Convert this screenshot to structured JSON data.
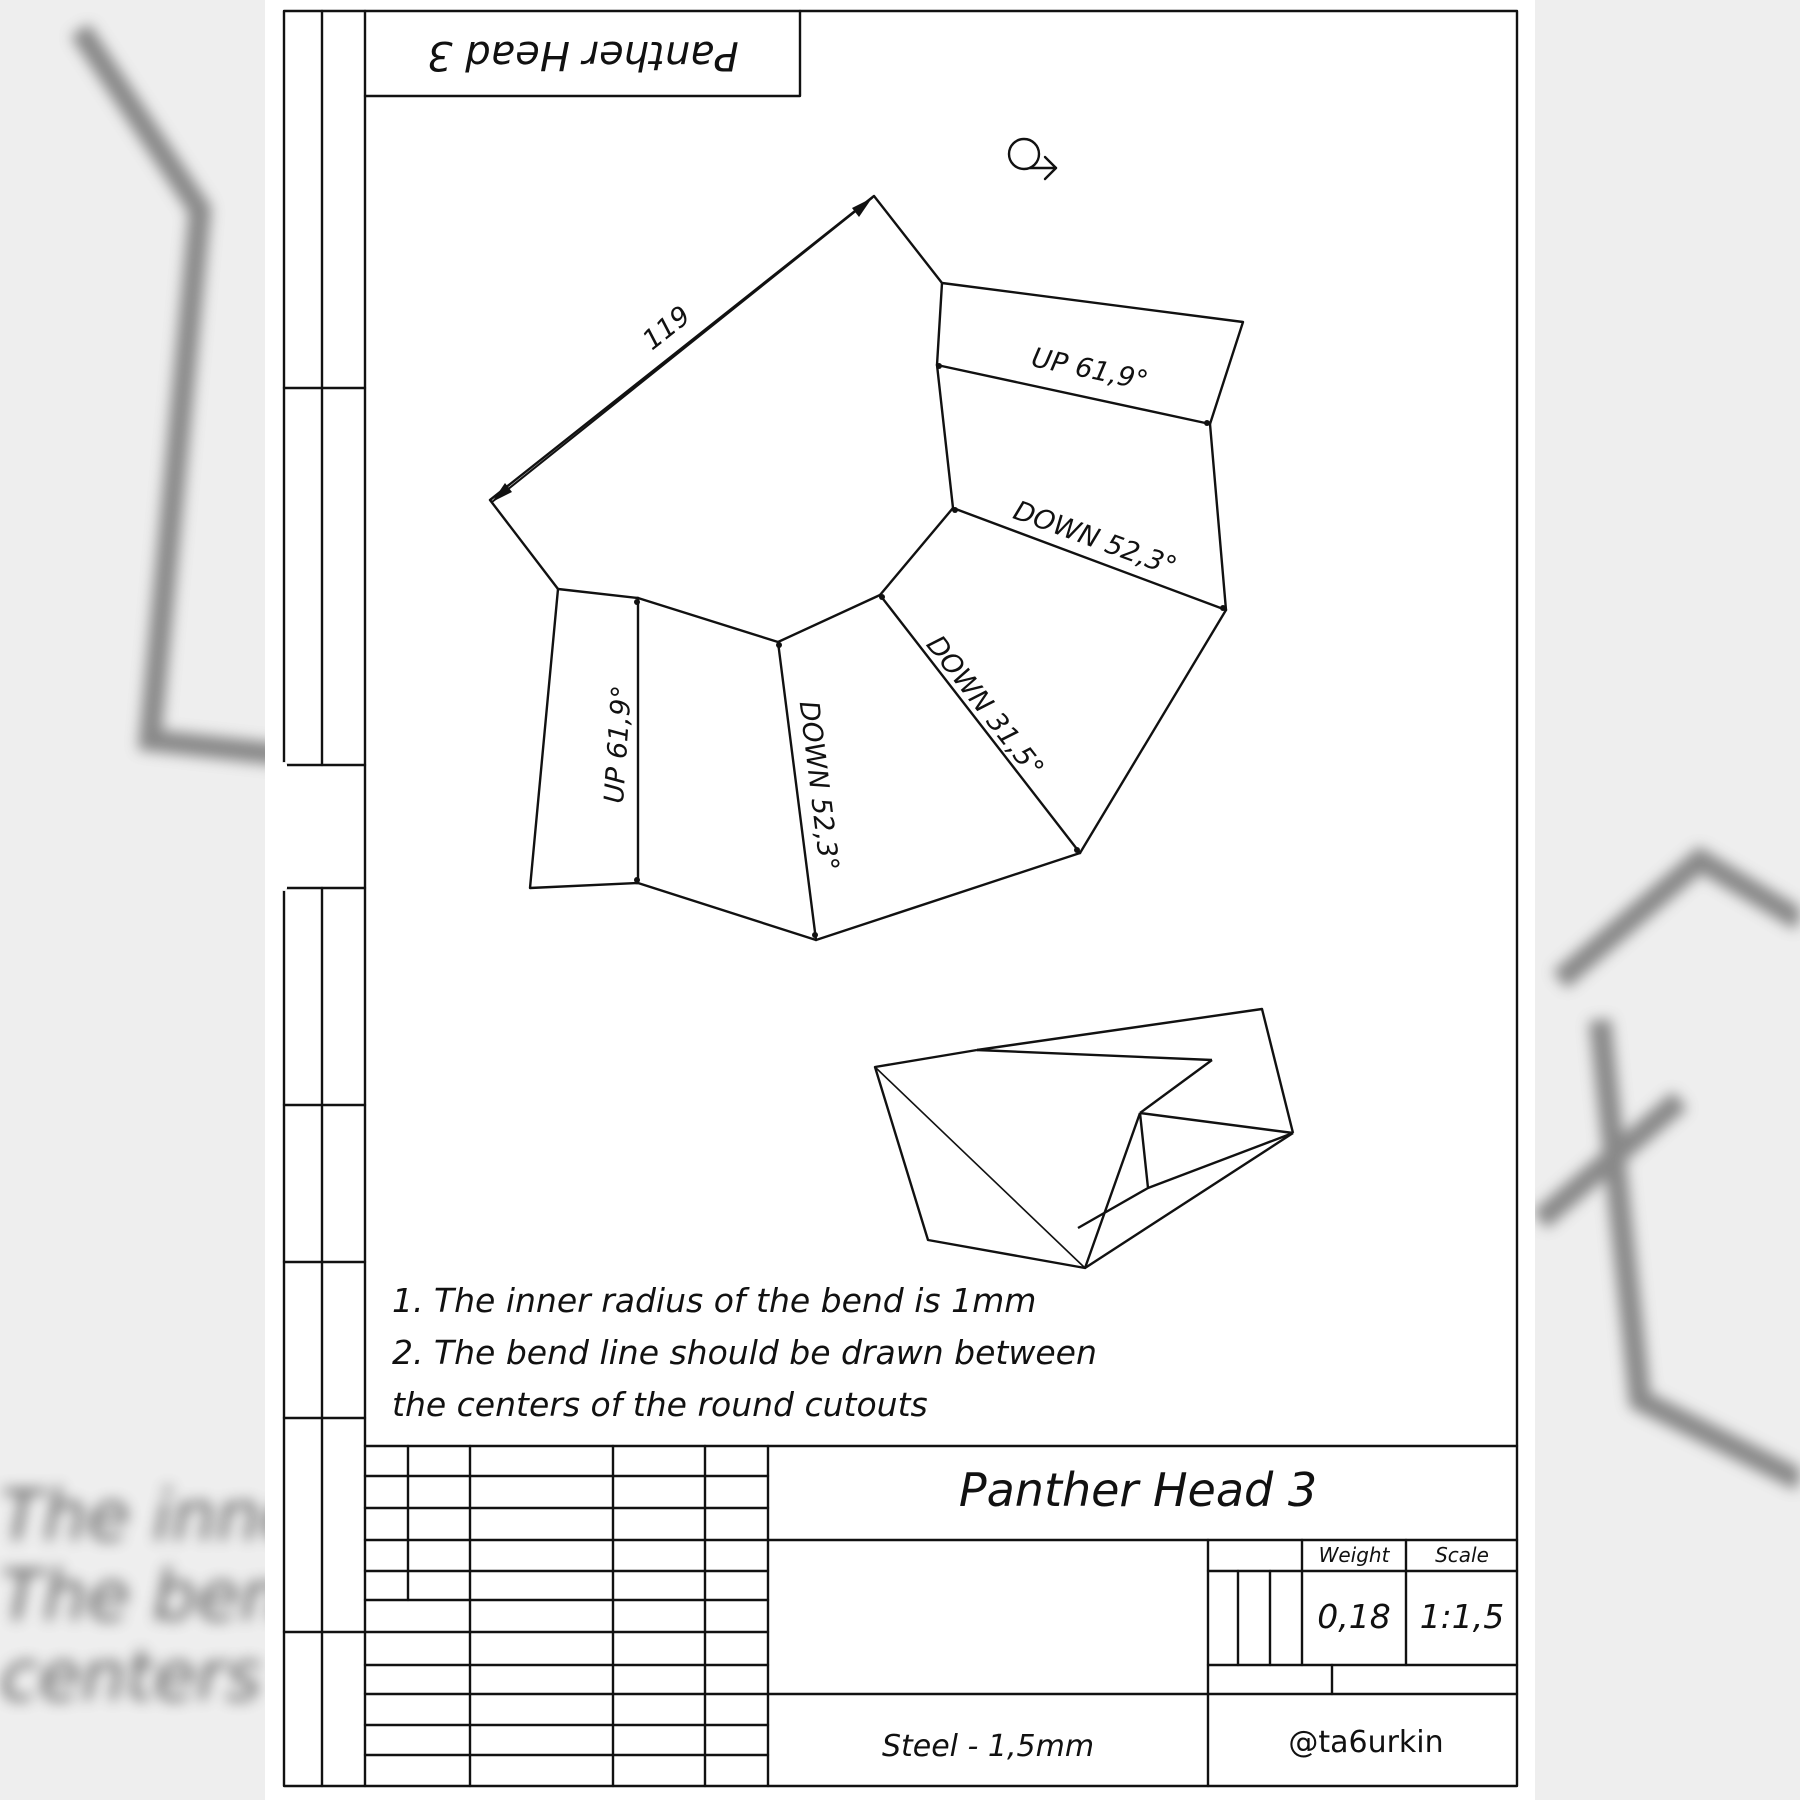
{
  "background": {
    "line1": "The inner",
    "line2": "The bend",
    "line3": "centers o"
  },
  "stamp_top": "Panther Head 3",
  "flat_pattern": {
    "dim_length": "119",
    "bend_up_top": "UP 61,9°",
    "bend_down_right": "DOWN 52,3°",
    "bend_down_middle": "DOWN 31,5°",
    "bend_down_left": "DOWN 52,3°",
    "bend_up_left": "UP 61,9°"
  },
  "notes": {
    "line1": "1.  The  inner  radius  of  the  bend  is  1mm",
    "line2": "2.  The  bend  line  should  be  drawn  between",
    "line3": "the  centers  of  the  round  cutouts"
  },
  "title_block": {
    "title": "Panther Head 3",
    "weight_label": "Weight",
    "scale_label": "Scale",
    "weight_value": "0,18",
    "scale_value": "1:1,5",
    "material": "Steel  -  1,5mm",
    "author": "@ta6urkin"
  },
  "colors": {
    "ink": "#111111",
    "sheet": "#ffffff",
    "surround": "#eeeeee"
  }
}
